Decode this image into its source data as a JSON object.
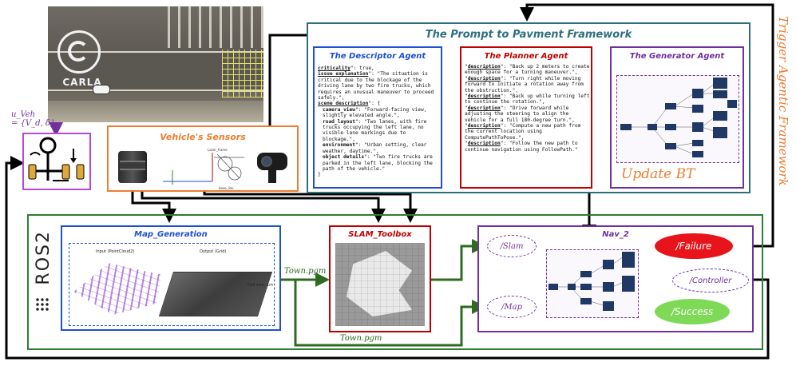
{
  "framework": {
    "title": "The Prompt to Pavment Framework",
    "side_label": "Trigger Agentic Framework"
  },
  "descriptor": {
    "title": "The Descriptor Agent",
    "lines": [
      [
        "criticality",
        "\": true,"
      ],
      [
        "issue explanation",
        "\": \"The situation is critical due to the blockage of the driving lane by two fire trucks, which requires an unusual maneuver to proceed safely.\","
      ],
      [
        "scene description",
        "\": {"
      ],
      [
        "camera_view",
        "\": \"Forward-facing view, slightly elevated angle.\","
      ],
      [
        "road_layout",
        "\": \"Two lanes, with fire trucks occupying the left lane, no visible lane markings due to blockage.\","
      ],
      [
        "environment",
        "\": \"Urban setting, clear weather, daytime.\","
      ],
      [
        "object details",
        "\": \"Two fire trucks are parked in the left lane, blocking the path of the vehicle.\""
      ],
      [
        "",
        "}"
      ]
    ]
  },
  "planner": {
    "title": "The Planner Agent",
    "key": "description",
    "items": [
      "Back up 2 meters to create enough space for a turning maneuver.",
      "Turn right while moving forward to initiate a rotation away from the obstruction.",
      "Back up while turning left to continue the rotation.",
      "Drive forward while adjusting the steering to align the vehicle for a full 180-degree turn.",
      "Compute a new path from the current location using ComputePathToPose.",
      "Follow the new path to continue navigation using FollowPath."
    ]
  },
  "generator": {
    "title": "The Generator Agent",
    "update_label": "Update BT"
  },
  "carla": {
    "logo_text": "CARLA"
  },
  "vehicle": {
    "control_label_line1": "u_Veh",
    "control_label_line2": "= {V_d, δ}"
  },
  "sensors": {
    "title": "Vehicle's Sensors",
    "axis_labels": [
      "Laser_frame",
      "base_link"
    ]
  },
  "ros2": {
    "logo": "ROS2"
  },
  "map_gen": {
    "title": "Map_Generation",
    "input_label": "Input (PointCloud2)",
    "output_label": "Output (Grid)",
    "cell_label": "Cell size: 1m"
  },
  "slam": {
    "title": "SLAM_Toolbox"
  },
  "nav2": {
    "title": "Nav_2",
    "slam_node": "/Slam",
    "map_node": "/Map",
    "failure": "/Failure",
    "controller": "/Controller",
    "success": "/Success"
  },
  "edges": {
    "town_pgm_1": "Town.pgm",
    "town_pgm_2": "Town.pgm"
  },
  "colors": {
    "framework": "#2e6f7e",
    "descriptor": "#1f4fd1",
    "planner": "#c00000",
    "generator": "#7030a0",
    "sensors": "#ed7d31",
    "ros_frame": "#2e7d32",
    "slam_frame": "#c00000",
    "failure": "#e8141c",
    "success": "#7ed957",
    "arrow_green": "#2e6b1f",
    "arrow_purple": "#7030a0"
  }
}
